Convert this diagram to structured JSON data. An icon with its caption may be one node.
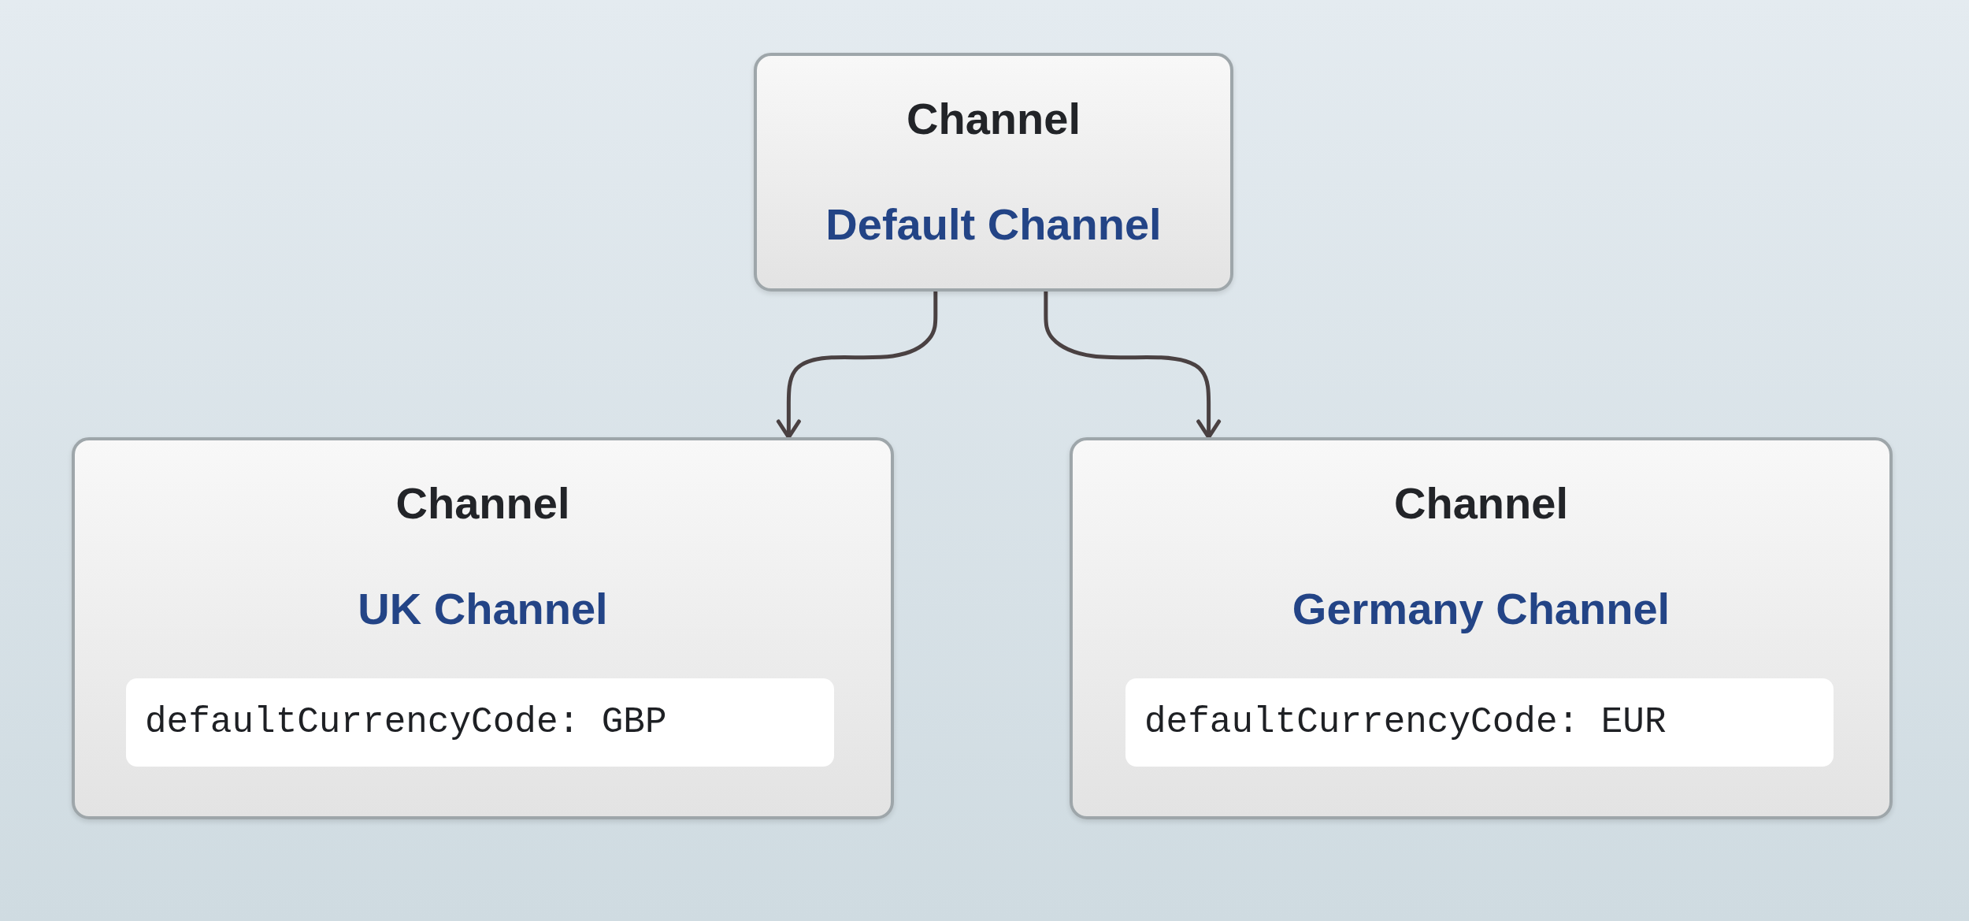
{
  "diagram": {
    "nodes": [
      {
        "text": [
          "Channel",
          "Default Channel"
        ]
      },
      {
        "text": [
          "Channel",
          "UK Channel"
        ]
      },
      {
        "text": [
          "defaultCurrencyCode: GBP"
        ],
        "in": 1
      },
      {
        "text": [
          "Channel",
          "Germany Channel"
        ]
      },
      {
        "text": [
          "defaultCurrencyCode: EUR"
        ],
        "in": 3
      }
    ],
    "edges": [
      {
        "from": 0,
        "to": 1,
        "arrow": "to"
      },
      {
        "from": 0,
        "to": 3,
        "arrow": "to"
      }
    ]
  }
}
